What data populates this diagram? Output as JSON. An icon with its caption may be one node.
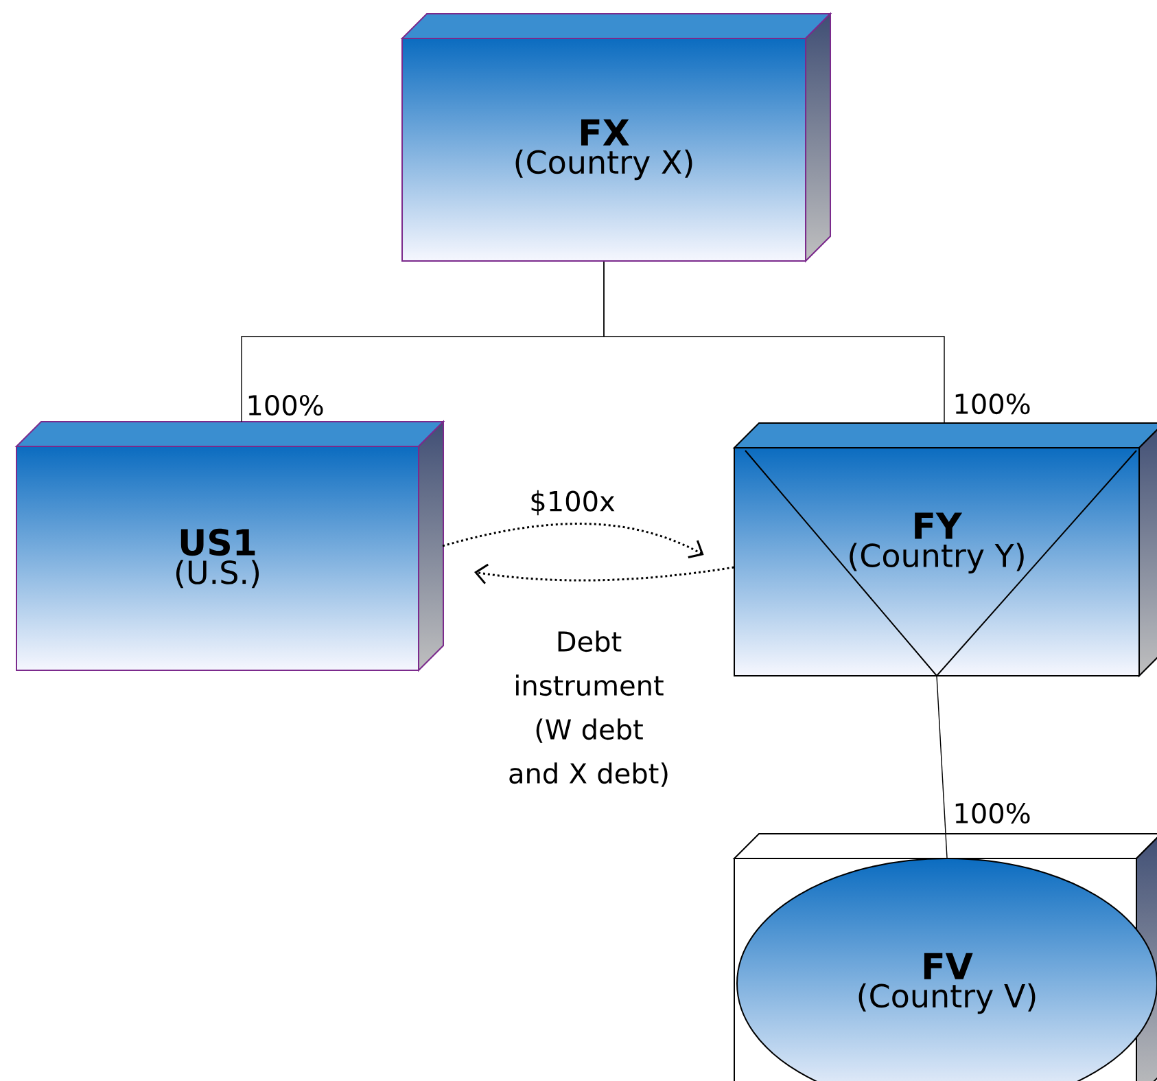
{
  "diagram": {
    "nodes": [
      {
        "text": [
          "FX",
          "(Country X)"
        ]
      },
      {
        "text": [
          "US1",
          "(U.S.)"
        ]
      },
      {
        "text": [
          "FY",
          "(Country Y)"
        ]
      },
      {
        "text": [
          "FV",
          "(Country V)"
        ]
      }
    ],
    "edges": [
      {
        "from": 0,
        "to": 1,
        "arrow": "none",
        "label": "100%"
      },
      {
        "from": 0,
        "to": 2,
        "arrow": "none",
        "label": "100%"
      },
      {
        "from": 2,
        "to": 3,
        "arrow": "none",
        "label": "100%"
      },
      {
        "from": 1,
        "to": 2,
        "arrow": "to",
        "style": "dashed",
        "label": "$100x"
      },
      {
        "from": 2,
        "to": 1,
        "arrow": "to",
        "style": "dashed",
        "label": "Debt instrument (W debt and X debt)"
      }
    ]
  }
}
